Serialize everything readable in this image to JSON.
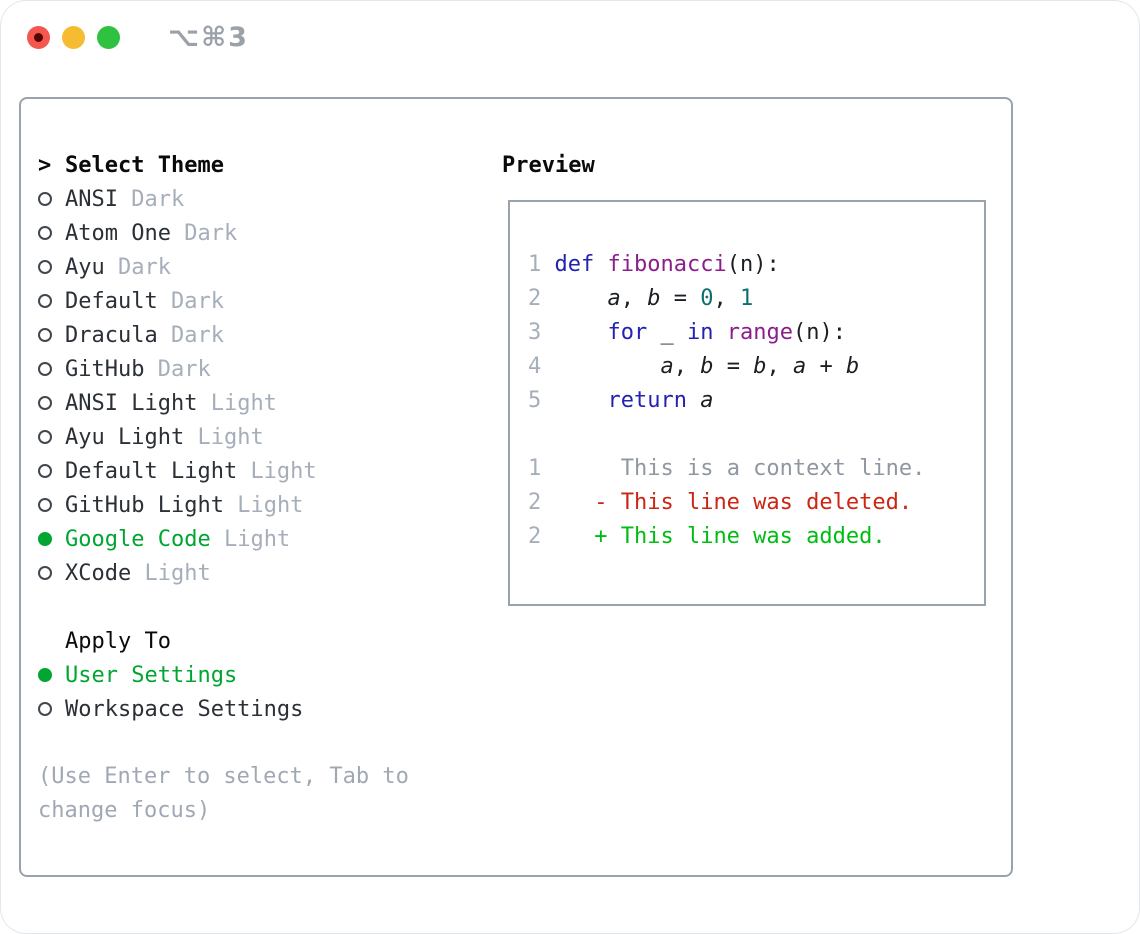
{
  "titlebar": {
    "shortcut": "⌥⌘3",
    "traffic_lights": [
      {
        "name": "close",
        "color": "#f5564e",
        "has_inner_dot": true,
        "inner_dot_color": "#530702"
      },
      {
        "name": "minimize",
        "color": "#f6bc31",
        "has_inner_dot": false
      },
      {
        "name": "zoom",
        "color": "#2fc140",
        "has_inner_dot": false
      }
    ]
  },
  "panel": {
    "select_theme": {
      "prompt": ">",
      "title": "Select Theme",
      "items": [
        {
          "name": "ANSI",
          "variant": "Dark",
          "selected": false
        },
        {
          "name": "Atom One",
          "variant": "Dark",
          "selected": false
        },
        {
          "name": "Ayu",
          "variant": "Dark",
          "selected": false
        },
        {
          "name": "Default",
          "variant": "Dark",
          "selected": false
        },
        {
          "name": "Dracula",
          "variant": "Dark",
          "selected": false
        },
        {
          "name": "GitHub",
          "variant": "Dark",
          "selected": false
        },
        {
          "name": "ANSI Light",
          "variant": "Light",
          "selected": false
        },
        {
          "name": "Ayu Light",
          "variant": "Light",
          "selected": false
        },
        {
          "name": "Default Light",
          "variant": "Light",
          "selected": false
        },
        {
          "name": "GitHub Light",
          "variant": "Light",
          "selected": false
        },
        {
          "name": "Google Code",
          "variant": "Light",
          "selected": true
        },
        {
          "name": "XCode",
          "variant": "Light",
          "selected": false
        }
      ]
    },
    "apply_to": {
      "title": "Apply To",
      "options": [
        {
          "label": "User Settings",
          "selected": true
        },
        {
          "label": "Workspace Settings",
          "selected": false
        }
      ]
    },
    "hint_lines": [
      "(Use Enter to select, Tab to",
      "change focus)"
    ],
    "preview": {
      "title": "Preview",
      "code_lines": [
        {
          "tokens": [
            {
              "c": "ln",
              "t": "1"
            },
            {
              "c": "pl",
              "t": " "
            },
            {
              "c": "kw",
              "t": "def"
            },
            {
              "c": "pl",
              "t": " "
            },
            {
              "c": "fn",
              "t": "fibonacci"
            },
            {
              "c": "pl",
              "t": "(n):"
            }
          ]
        },
        {
          "tokens": [
            {
              "c": "ln",
              "t": "2"
            },
            {
              "c": "pl",
              "t": "     "
            },
            {
              "c": "var",
              "t": "a"
            },
            {
              "c": "pl",
              "t": ", "
            },
            {
              "c": "var",
              "t": "b"
            },
            {
              "c": "pl",
              "t": " = "
            },
            {
              "c": "num",
              "t": "0"
            },
            {
              "c": "pl",
              "t": ", "
            },
            {
              "c": "num",
              "t": "1"
            }
          ]
        },
        {
          "tokens": [
            {
              "c": "ln",
              "t": "3"
            },
            {
              "c": "pl",
              "t": "     "
            },
            {
              "c": "kw",
              "t": "for"
            },
            {
              "c": "pl",
              "t": " _ "
            },
            {
              "c": "kw",
              "t": "in"
            },
            {
              "c": "pl",
              "t": " "
            },
            {
              "c": "fn",
              "t": "range"
            },
            {
              "c": "pl",
              "t": "(n):"
            }
          ]
        },
        {
          "tokens": [
            {
              "c": "ln",
              "t": "4"
            },
            {
              "c": "pl",
              "t": "         "
            },
            {
              "c": "var",
              "t": "a"
            },
            {
              "c": "pl",
              "t": ", "
            },
            {
              "c": "var",
              "t": "b"
            },
            {
              "c": "pl",
              "t": " = "
            },
            {
              "c": "var",
              "t": "b"
            },
            {
              "c": "pl",
              "t": ", "
            },
            {
              "c": "var",
              "t": "a"
            },
            {
              "c": "pl",
              "t": " + "
            },
            {
              "c": "var",
              "t": "b"
            }
          ]
        },
        {
          "tokens": [
            {
              "c": "ln",
              "t": "5"
            },
            {
              "c": "pl",
              "t": "     "
            },
            {
              "c": "kw",
              "t": "return"
            },
            {
              "c": "pl",
              "t": " "
            },
            {
              "c": "var",
              "t": "a"
            }
          ]
        },
        {
          "tokens": []
        },
        {
          "tokens": [
            {
              "c": "ln",
              "t": "1"
            },
            {
              "c": "pl",
              "t": "      "
            },
            {
              "c": "ctx",
              "t": "This is a context line."
            }
          ]
        },
        {
          "tokens": [
            {
              "c": "ln",
              "t": "2"
            },
            {
              "c": "pl",
              "t": "    "
            },
            {
              "c": "del",
              "t": "- This line was deleted."
            }
          ]
        },
        {
          "tokens": [
            {
              "c": "ln",
              "t": "2"
            },
            {
              "c": "pl",
              "t": "    "
            },
            {
              "c": "add",
              "t": "+ This line was added."
            }
          ]
        }
      ]
    }
  },
  "colors": {
    "selected_green": "#00a631",
    "diff_added_green": "#00bd12",
    "diff_deleted_red": "#cd2414",
    "keyword_blue": "#2323b0",
    "function_purple": "#8c1e8c",
    "number_teal": "#0e6e6e",
    "muted_gray": "#a6aeba",
    "panel_border": "#9aa2ac"
  }
}
